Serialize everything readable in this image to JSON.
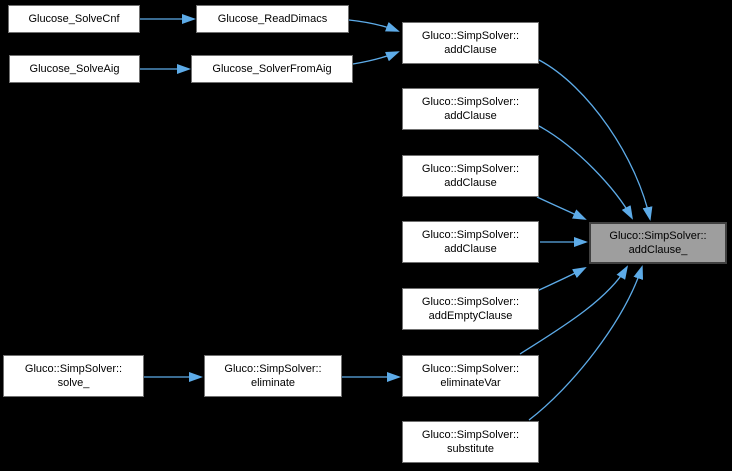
{
  "colors": {
    "background": "#000000",
    "edge": "#5dabe8",
    "node_fill": "#ffffff",
    "node_border": "#707070",
    "node_text": "#000000",
    "highlight_fill": "#9e9e9e",
    "highlight_border": "#404040"
  },
  "graph": {
    "type": "call-graph",
    "highlighted_node": "Gluco::SimpSolver::addClause_",
    "nodes": [
      {
        "id": "glucose-solvecnf",
        "lines": [
          "Glucose_SolveCnf"
        ]
      },
      {
        "id": "glucose-readdimacs",
        "lines": [
          "Glucose_ReadDimacs"
        ]
      },
      {
        "id": "glucose-solveaig",
        "lines": [
          "Glucose_SolveAig"
        ]
      },
      {
        "id": "glucose-solverfromaig",
        "lines": [
          "Glucose_SolverFromAig"
        ]
      },
      {
        "id": "addclause-overload-1",
        "lines": [
          "Gluco::SimpSolver::",
          "addClause"
        ]
      },
      {
        "id": "addclause-overload-2",
        "lines": [
          "Gluco::SimpSolver::",
          "addClause"
        ]
      },
      {
        "id": "addclause-overload-3",
        "lines": [
          "Gluco::SimpSolver::",
          "addClause"
        ]
      },
      {
        "id": "addclause-overload-4",
        "lines": [
          "Gluco::SimpSolver::",
          "addClause"
        ]
      },
      {
        "id": "addemptyclause",
        "lines": [
          "Gluco::SimpSolver::",
          "addEmptyClause"
        ]
      },
      {
        "id": "solve-underscore",
        "lines": [
          "Gluco::SimpSolver::",
          "solve_"
        ]
      },
      {
        "id": "eliminate",
        "lines": [
          "Gluco::SimpSolver::",
          "eliminate"
        ]
      },
      {
        "id": "eliminatevar",
        "lines": [
          "Gluco::SimpSolver::",
          "eliminateVar"
        ]
      },
      {
        "id": "substitute",
        "lines": [
          "Gluco::SimpSolver::",
          "substitute"
        ]
      },
      {
        "id": "addclause-underscore",
        "lines": [
          "Gluco::SimpSolver::",
          "addClause_"
        ],
        "highlighted": true
      }
    ],
    "edges": [
      {
        "from": "Glucose_SolveCnf",
        "to": "Glucose_ReadDimacs"
      },
      {
        "from": "Glucose_SolveAig",
        "to": "Glucose_SolverFromAig"
      },
      {
        "from": "Glucose_ReadDimacs",
        "to": "Gluco::SimpSolver::addClause"
      },
      {
        "from": "Glucose_SolverFromAig",
        "to": "Gluco::SimpSolver::addClause"
      },
      {
        "from": "Gluco::SimpSolver::addClause (1)",
        "to": "Gluco::SimpSolver::addClause_"
      },
      {
        "from": "Gluco::SimpSolver::addClause (2)",
        "to": "Gluco::SimpSolver::addClause_"
      },
      {
        "from": "Gluco::SimpSolver::addClause (3)",
        "to": "Gluco::SimpSolver::addClause_"
      },
      {
        "from": "Gluco::SimpSolver::addClause (4)",
        "to": "Gluco::SimpSolver::addClause_"
      },
      {
        "from": "Gluco::SimpSolver::addEmptyClause",
        "to": "Gluco::SimpSolver::addClause_"
      },
      {
        "from": "Gluco::SimpSolver::solve_",
        "to": "Gluco::SimpSolver::eliminate"
      },
      {
        "from": "Gluco::SimpSolver::eliminate",
        "to": "Gluco::SimpSolver::eliminateVar"
      },
      {
        "from": "Gluco::SimpSolver::eliminateVar",
        "to": "Gluco::SimpSolver::addClause_"
      },
      {
        "from": "Gluco::SimpSolver::substitute",
        "to": "Gluco::SimpSolver::addClause_"
      }
    ]
  }
}
